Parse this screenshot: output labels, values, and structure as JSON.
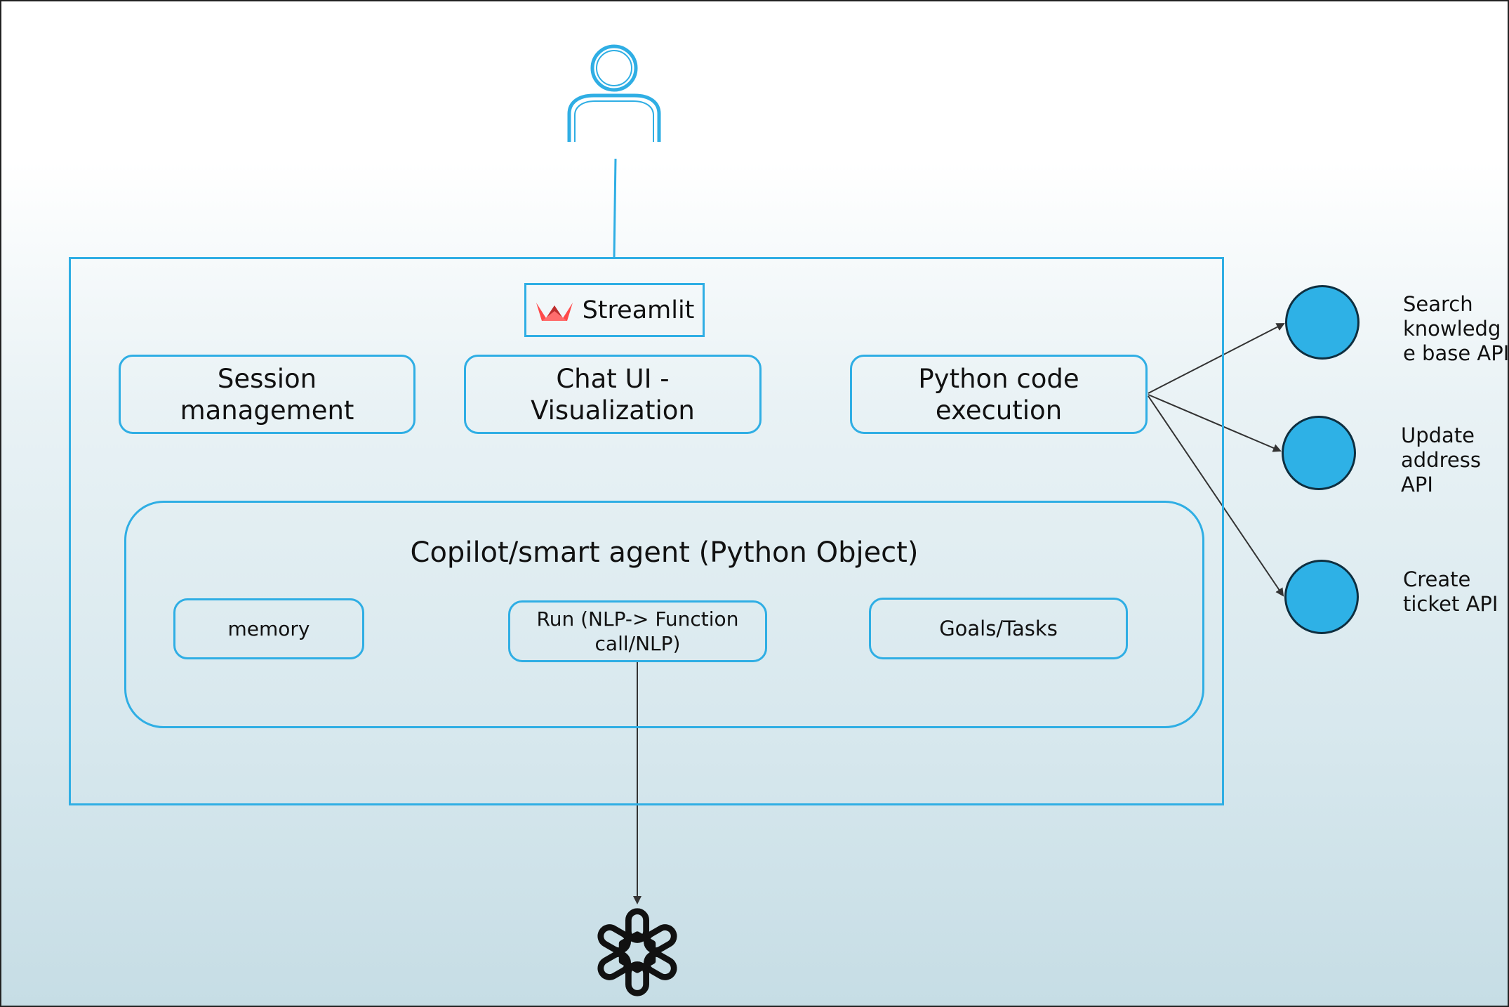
{
  "streamlit": {
    "label": "Streamlit"
  },
  "top_row": {
    "session": "Session\nmanagement",
    "chat_ui": "Chat UI -\nVisualization",
    "python_exec": "Python code\nexecution"
  },
  "agent": {
    "title": "Copilot/smart agent (Python Object)",
    "memory": "memory",
    "run": "Run (NLP-> Function\ncall/NLP)",
    "goals": "Goals/Tasks"
  },
  "apis": {
    "search": "Search\nknowledg\ne base API",
    "update": "Update\naddress\nAPI",
    "ticket": "Create\nticket API"
  },
  "colors": {
    "accent": "#2faee4",
    "node_fill": "#2eb1e6",
    "node_border": "#0e2f40",
    "streamlit_logo": "#ff4b4b"
  },
  "icons": {
    "user": "user-icon",
    "openai": "openai-logo-icon",
    "streamlit": "streamlit-crown-icon"
  }
}
